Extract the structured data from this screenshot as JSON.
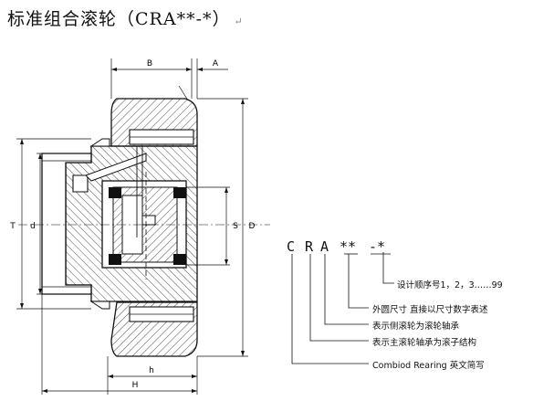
{
  "title": "标准组合滚轮（CRA**-*）",
  "title_mark": "↵",
  "dimensions": {
    "B": "B",
    "A": "A",
    "T": "T",
    "d": "d",
    "S": "S",
    "D": "D",
    "h": "h",
    "H": "H"
  },
  "code": {
    "c": "C",
    "r": "R",
    "a": "A",
    "stars": "**",
    "dash_star": "-*"
  },
  "legend": [
    "设计顺序号1，2，3……99",
    "外圆尺寸 直接以尺寸数字表述",
    "表示侧滚轮为滚轮轴承",
    "表示主滚轮轴承为滚子结构",
    "Combiod Rearing 英文简写"
  ]
}
